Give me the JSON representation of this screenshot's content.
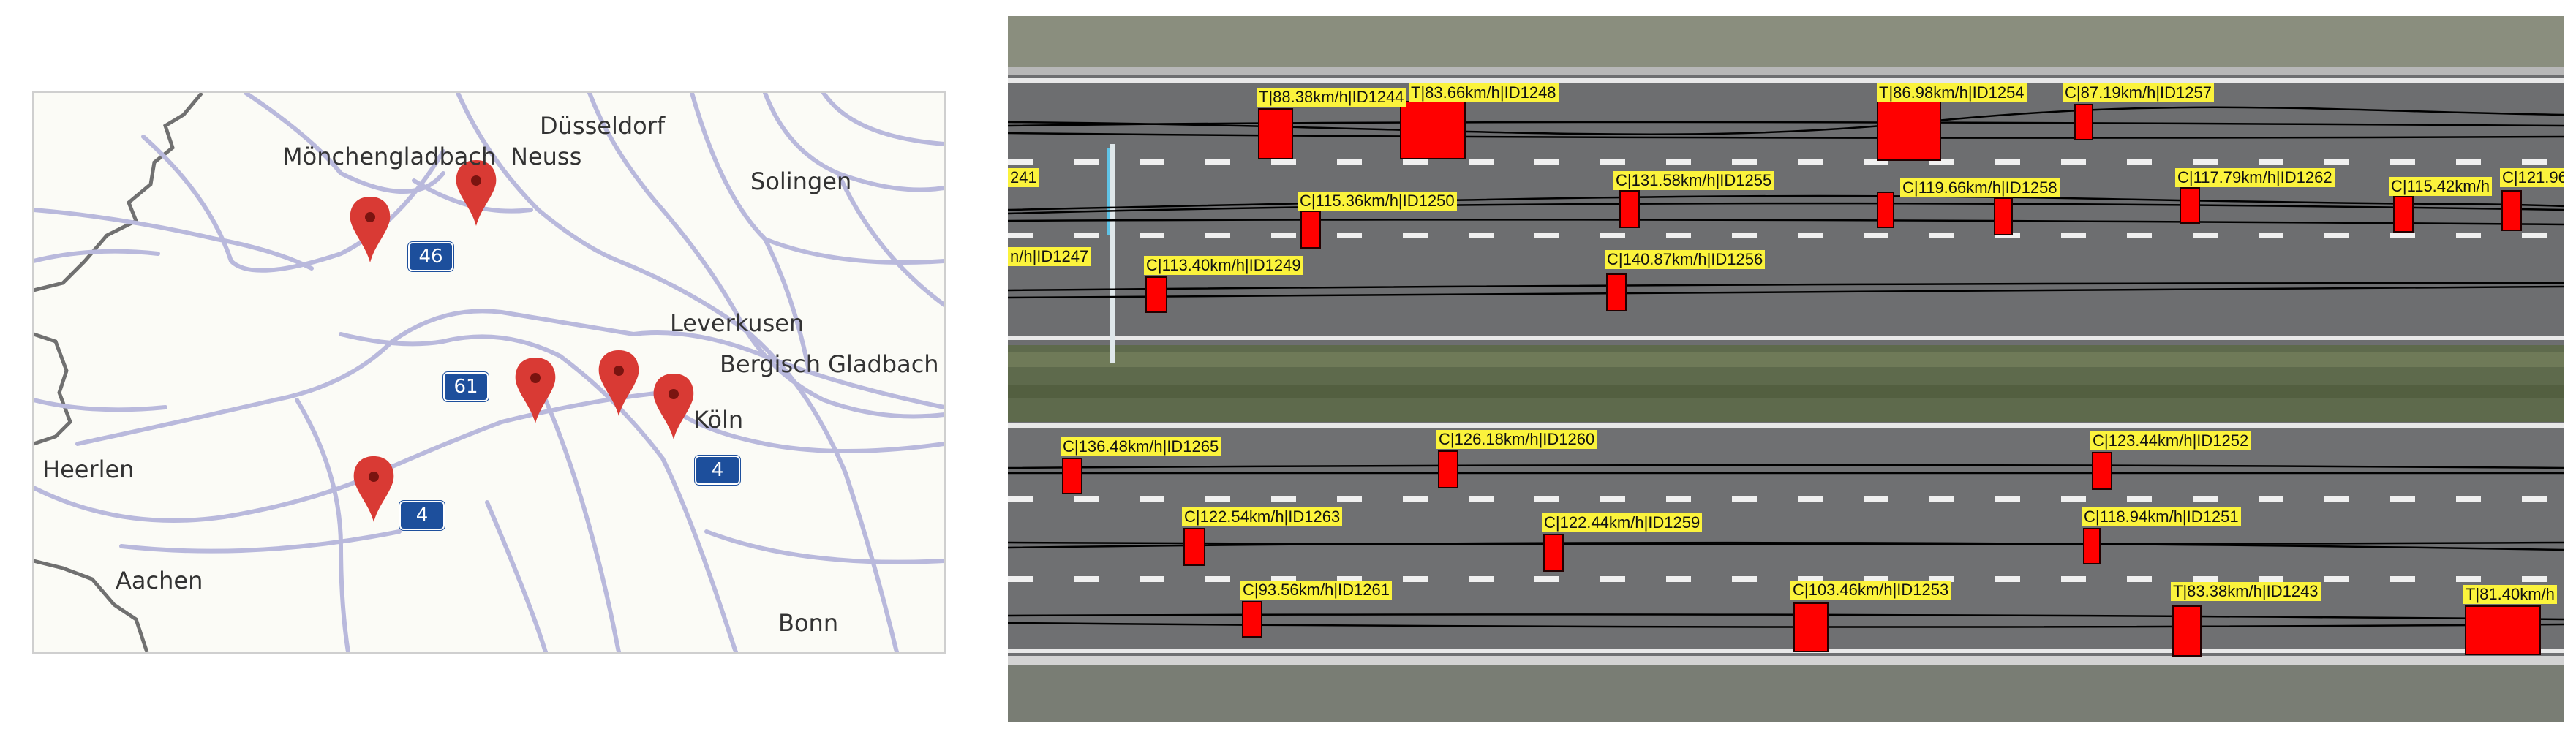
{
  "map": {
    "cities": [
      {
        "id": "duesseldorf",
        "name": "Düsseldorf"
      },
      {
        "id": "moenchengladbach",
        "name": "Mönchengladbach"
      },
      {
        "id": "neuss",
        "name": "Neuss"
      },
      {
        "id": "solingen",
        "name": "Solingen"
      },
      {
        "id": "leverkusen",
        "name": "Leverkusen"
      },
      {
        "id": "bergisch",
        "name": "Bergisch Gladbach"
      },
      {
        "id": "koeln",
        "name": "Köln"
      },
      {
        "id": "heerlen",
        "name": "Heerlen"
      },
      {
        "id": "aachen",
        "name": "Aachen"
      },
      {
        "id": "bonn",
        "name": "Bonn"
      }
    ],
    "shields": [
      "46",
      "61",
      "4",
      "4"
    ],
    "colors": {
      "road": "#b9b9dc",
      "border": "#707070",
      "pin": "#d93a34",
      "pin_dot": "#7a1410",
      "shield": "#1d4f9c"
    }
  },
  "traffic": {
    "vehicles": [
      {
        "label": "T|88.38km/h|ID1244"
      },
      {
        "label": "T|83.66km/h|ID1248"
      },
      {
        "label": "T|86.98km/h|ID1254"
      },
      {
        "label": "C|87.19km/h|ID1257"
      },
      {
        "label": "241"
      },
      {
        "label": "C|131.58km/h|ID1255"
      },
      {
        "label": "C|117.79km/h|ID1262"
      },
      {
        "label": "C|119.66km/h|ID1258"
      },
      {
        "label": "C|115.36km/h|ID1250"
      },
      {
        "label": "C|115.42km/h"
      },
      {
        "label": "C|121.96"
      },
      {
        "label": "n/h|ID1247"
      },
      {
        "label": "C|113.40km/h|ID1249"
      },
      {
        "label": "C|140.87km/h|ID1256"
      },
      {
        "label": "C|136.48km/h|ID1265"
      },
      {
        "label": "C|126.18km/h|ID1260"
      },
      {
        "label": "C|123.44km/h|ID1252"
      },
      {
        "label": "C|122.54km/h|ID1263"
      },
      {
        "label": "C|122.44km/h|ID1259"
      },
      {
        "label": "C|118.94km/h|ID1251"
      },
      {
        "label": "C|93.56km/h|ID1261"
      },
      {
        "label": "C|103.46km/h|ID1253"
      },
      {
        "label": "T|83.38km/h|ID1243"
      },
      {
        "label": "T|81.40km/h"
      }
    ],
    "colors": {
      "label_bg": "#fbf33c",
      "box": "#ff0000",
      "road": "#6e6f70",
      "track": "#000000"
    }
  }
}
